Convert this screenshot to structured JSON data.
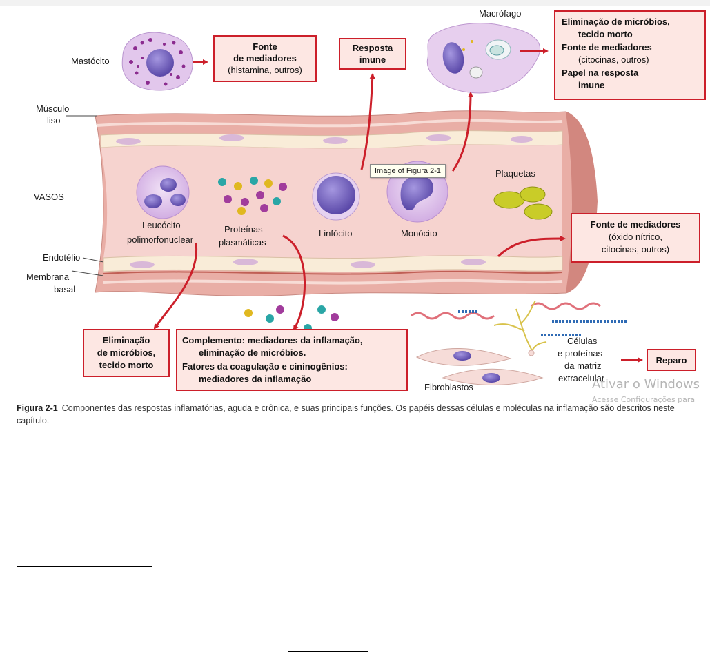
{
  "figure": {
    "labels": {
      "mastocito": "Mastócito",
      "musculo_1": "Músculo",
      "musculo_2": "liso",
      "vasos": "VASOS",
      "endotelio": "Endotélio",
      "membrana_1": "Membrana",
      "membrana_2": "basal",
      "leucocito_1": "Leucócito",
      "leucocito_2": "polimorfonuclear",
      "proteinas_1": "Proteínas",
      "proteinas_2": "plasmáticas",
      "linfocito": "Linfócito",
      "monocito": "Monócito",
      "plaquetas": "Plaquetas",
      "macrofago": "Macrófago",
      "fibroblastos": "Fibroblastos",
      "celulas_1": "Células",
      "celulas_2": "e proteínas",
      "celulas_3": "da matriz",
      "celulas_4": "extracelular"
    },
    "boxes": {
      "fonte_mediadores_1": {
        "l1": "Fonte",
        "l2": "de mediadores",
        "l3": "(histamina, outros)"
      },
      "resposta_imune": {
        "l1": "Resposta",
        "l2": "imune"
      },
      "macrofago_funcoes": {
        "l1": "Eliminação de micróbios,",
        "l2": "tecido morto",
        "l3": "Fonte de mediadores",
        "l4": "(citocinas, outros)",
        "l5": "Papel na resposta",
        "l6": "imune"
      },
      "fonte_mediadores_2": {
        "l1": "Fonte de mediadores",
        "l2": "(óxido nítrico,",
        "l3": "citocinas, outros)"
      },
      "eliminacao": {
        "l1": "Eliminação",
        "l2": "de micróbios,",
        "l3": "tecido morto"
      },
      "complemento": {
        "l1": "Complemento: mediadores da inflamação,",
        "l2": "eliminação de micróbios.",
        "l3": "Fatores da coagulação e cininogênios:",
        "l4": "mediadores da inflamação"
      },
      "reparo": {
        "l1": "Reparo"
      }
    },
    "colors": {
      "arrow": "#cc1f2a",
      "vessel_wall": "#e9aea6",
      "vessel_lumen": "#f6d3cf",
      "endothelium": "#f9ecd8",
      "nucleus": "#7a68c4",
      "cell_body": "#e0c2ec"
    }
  },
  "tooltip": "Image of Figura 2-1",
  "watermark": {
    "line1": "Ativar o Windows",
    "line2": "Acesse Configurações para"
  },
  "caption": {
    "number": "Figura 2-1",
    "text": "Componentes das respostas inflamatórias, aguda e crônica, e suas principais funções. Os papéis dessas células e moléculas na inflamação são descritos neste capítulo."
  }
}
